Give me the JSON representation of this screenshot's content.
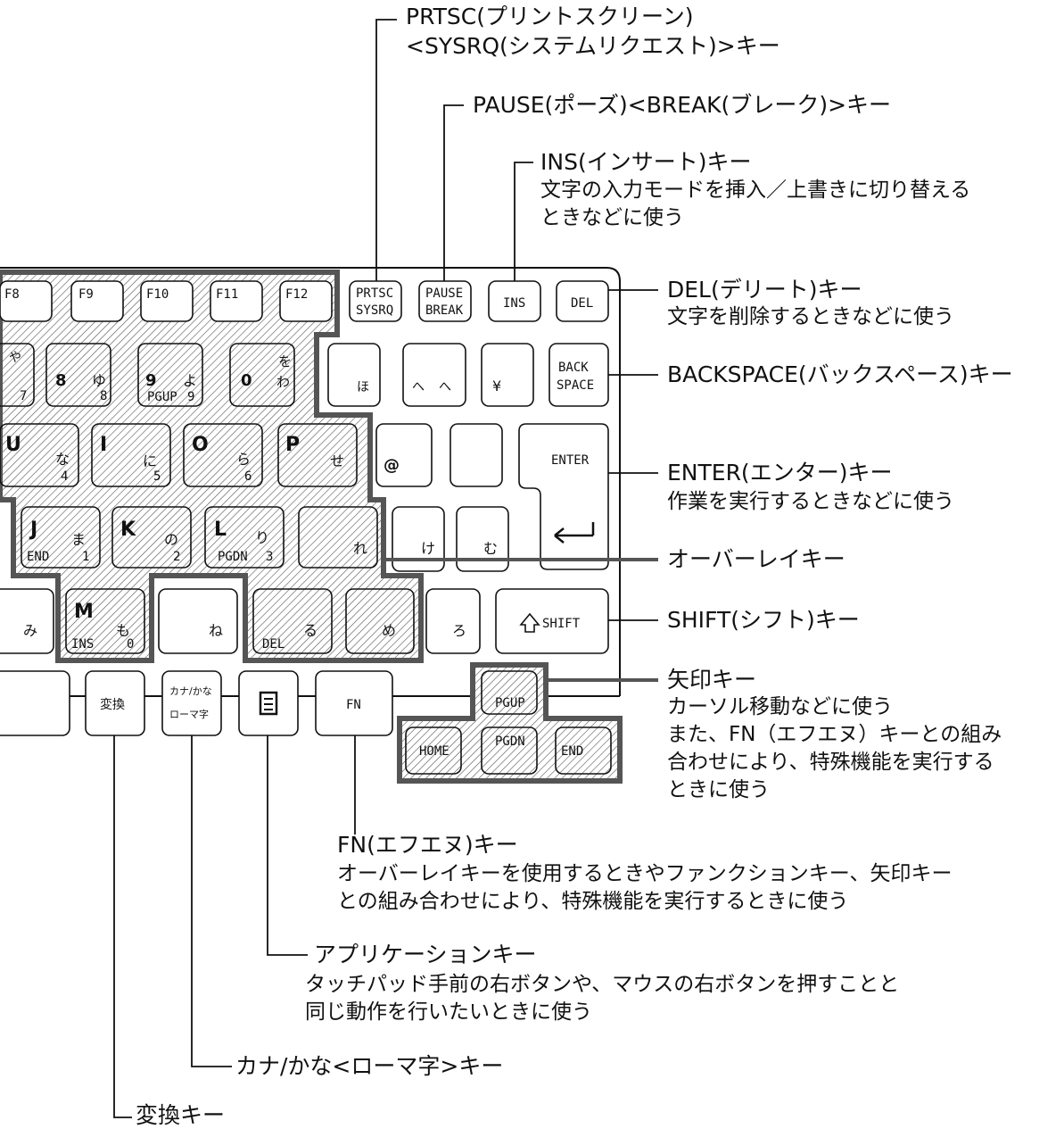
{
  "callouts": {
    "prtsc": {
      "title": "PRTSC(プリントスクリーン)",
      "subtitle": "<SYSRQ(システムリクエスト)>キー"
    },
    "pause": {
      "title": "PAUSE(ポーズ)<BREAK(ブレーク)>キー"
    },
    "ins": {
      "title": "INS(インサート)キー",
      "desc1": "文字の入力モードを挿入／上書きに切り替える",
      "desc2": "ときなどに使う"
    },
    "del": {
      "title": "DEL(デリート)キー",
      "desc1": "文字を削除するときなどに使う"
    },
    "backspace": {
      "title": "BACKSPACE(バックスペース)キー"
    },
    "enter": {
      "title": "ENTER(エンター)キー",
      "desc1": "作業を実行するときなどに使う"
    },
    "overlay": {
      "title": "オーバーレイキー"
    },
    "shift": {
      "title": "SHIFT(シフト)キー"
    },
    "arrow": {
      "title": "矢印キー",
      "desc1": "カーソル移動などに使う",
      "desc2": "また、FN（エフエヌ）キーとの組み",
      "desc3": "合わせにより、特殊機能を実行する",
      "desc4": "ときに使う"
    },
    "fn": {
      "title": "FN(エフエヌ)キー",
      "desc1": "オーバーレイキーを使用するときやファンクションキー、矢印キー",
      "desc2": "との組み合わせにより、特殊機能を実行するときに使う"
    },
    "app": {
      "title": "アプリケーションキー",
      "desc1": "タッチパッド手前の右ボタンや、マウスの右ボタンを押すことと",
      "desc2": "同じ動作を行いたいときに使う"
    },
    "kana": {
      "title": "カナ/かな<ローマ字>キー"
    },
    "henkan": {
      "title": "変換キー"
    }
  },
  "keys": {
    "f8": "F8",
    "f9": "F9",
    "f10": "F10",
    "f11": "F11",
    "f12": "F12",
    "prtsc_top": "PRTSC",
    "prtsc_bottom": "SYSRQ",
    "pause_top": "PAUSE",
    "pause_bottom": "BREAK",
    "ins": "INS",
    "del": "DEL",
    "back_top": "BACK",
    "back_bottom": "SPACE",
    "enter": "ENTER",
    "shift": "SHIFT",
    "fn": "FN",
    "henkan": "変換",
    "kana_top": "カナ/かな",
    "kana_bottom": "ローマ字",
    "pgup": "PGUP",
    "pgdn": "PGDN",
    "home": "HOME",
    "end": "END",
    "k8": "8",
    "k9": "9",
    "k0": "0",
    "kU": "U",
    "kI": "I",
    "kO": "O",
    "kP": "P",
    "kJ": "J",
    "kK": "K",
    "kL": "L",
    "kM": "M",
    "yu": "ゆ",
    "yo": "よ",
    "wa": "わ",
    "wo": "を",
    "ya": "や",
    "na": "な",
    "ni": "に",
    "ra": "ら",
    "se": "せ",
    "ma": "ま",
    "no": "の",
    "ri": "り",
    "re": "れ",
    "mo": "も",
    "ne": "ね",
    "ru": "る",
    "me": "め",
    "mi": "み",
    "he": "へ",
    "ho": "ほ",
    "ke": "け",
    "mu": "む",
    "ro": "ろ",
    "num1": "1",
    "num2": "2",
    "num3": "3",
    "num4": "4",
    "num5": "5",
    "num6": "6",
    "num7": "7",
    "num8": "8",
    "num9": "9",
    "num0": "0",
    "pgup_small": "PGUP",
    "pgdn_small": "PGDN",
    "end_small": "END",
    "ins_small": "INS",
    "del_small": "DEL",
    "yen": "¥",
    "at": "@"
  }
}
